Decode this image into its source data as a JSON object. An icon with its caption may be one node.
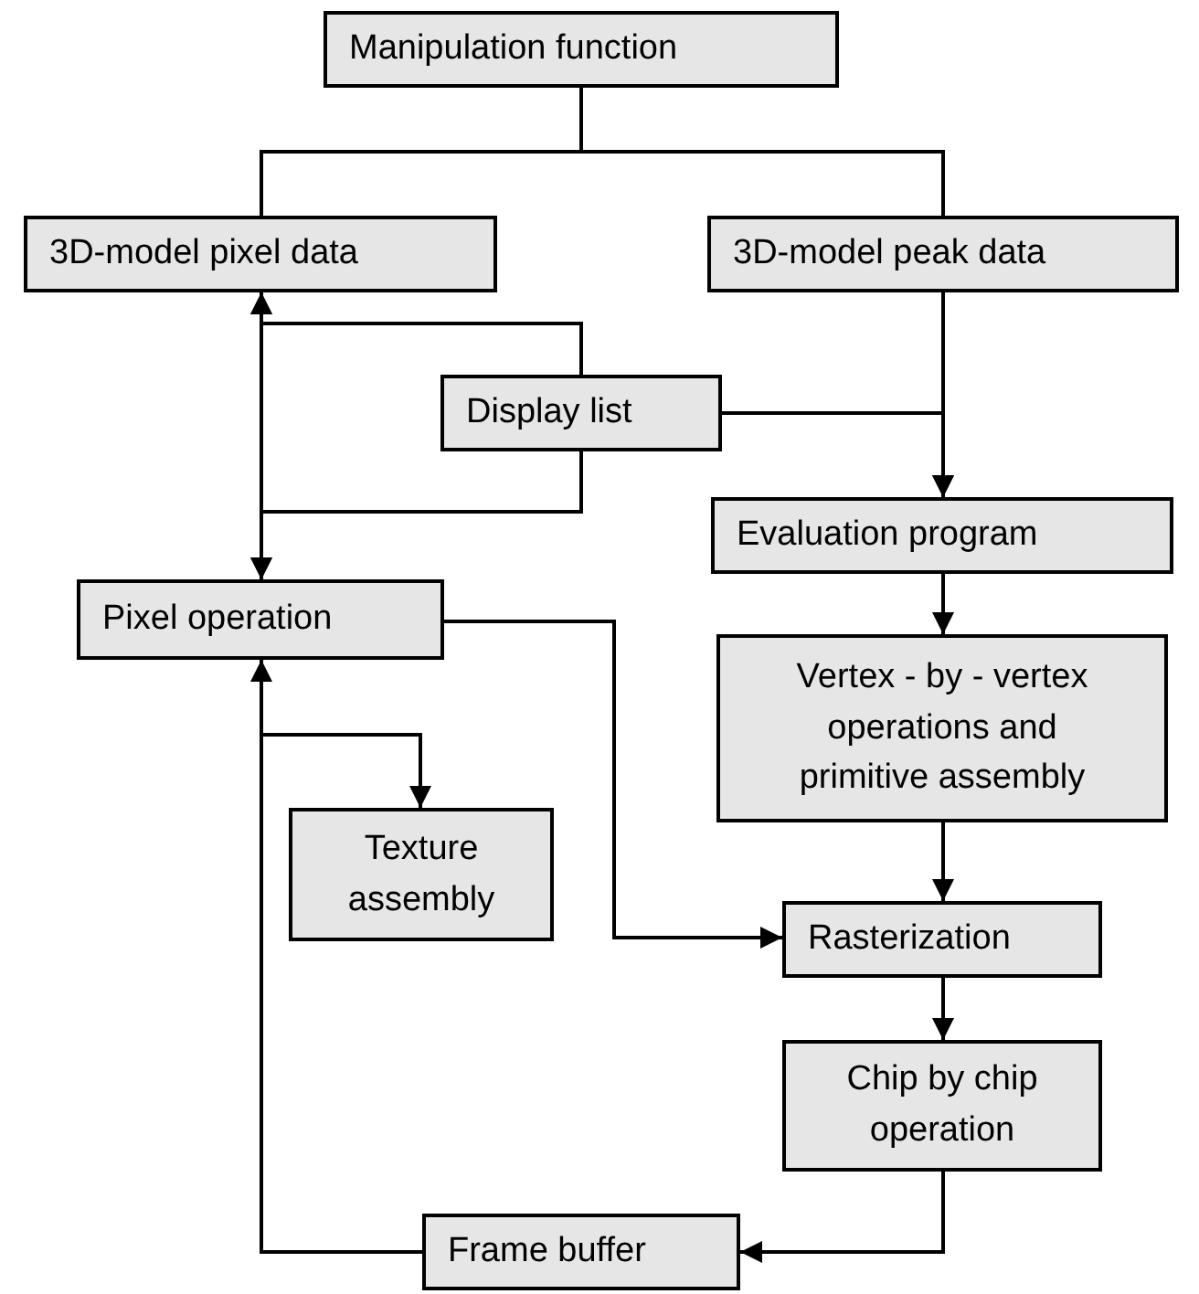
{
  "diagram": {
    "nodes": [
      {
        "text": [
          "Manipulation function"
        ]
      },
      {
        "text": [
          "3D-model pixel data"
        ]
      },
      {
        "text": [
          "3D-model peak data"
        ]
      },
      {
        "text": [
          "Display list"
        ]
      },
      {
        "text": [
          "Evaluation program"
        ]
      },
      {
        "text": [
          "Pixel operation"
        ]
      },
      {
        "text": [
          "Vertex - by - vertex operations and primitive assembly"
        ]
      },
      {
        "text": [
          "Texture assembly"
        ]
      },
      {
        "text": [
          "Rasterization"
        ]
      },
      {
        "text": [
          "Chip by chip operation"
        ]
      },
      {
        "text": [
          "Frame buffer"
        ]
      }
    ],
    "edges": [
      {
        "from": 0,
        "to": 1,
        "arrow": "none"
      },
      {
        "from": 0,
        "to": 2,
        "arrow": "none"
      },
      {
        "from": 2,
        "to": 4,
        "arrow": "to"
      },
      {
        "from": 3,
        "to": 4,
        "arrow": "to"
      },
      {
        "from": 1,
        "to": 5,
        "arrow": "both"
      },
      {
        "from": 3,
        "to": 1,
        "arrow": "to"
      },
      {
        "from": 3,
        "to": 5,
        "arrow": "to"
      },
      {
        "from": 4,
        "to": 6,
        "arrow": "to"
      },
      {
        "from": 6,
        "to": 8,
        "arrow": "to"
      },
      {
        "from": 5,
        "to": 8,
        "arrow": "to"
      },
      {
        "from": 8,
        "to": 9,
        "arrow": "to"
      },
      {
        "from": 9,
        "to": 10,
        "arrow": "to"
      },
      {
        "from": 10,
        "to": 5,
        "arrow": "to"
      },
      {
        "from": 10,
        "to": 7,
        "arrow": "to"
      }
    ]
  }
}
